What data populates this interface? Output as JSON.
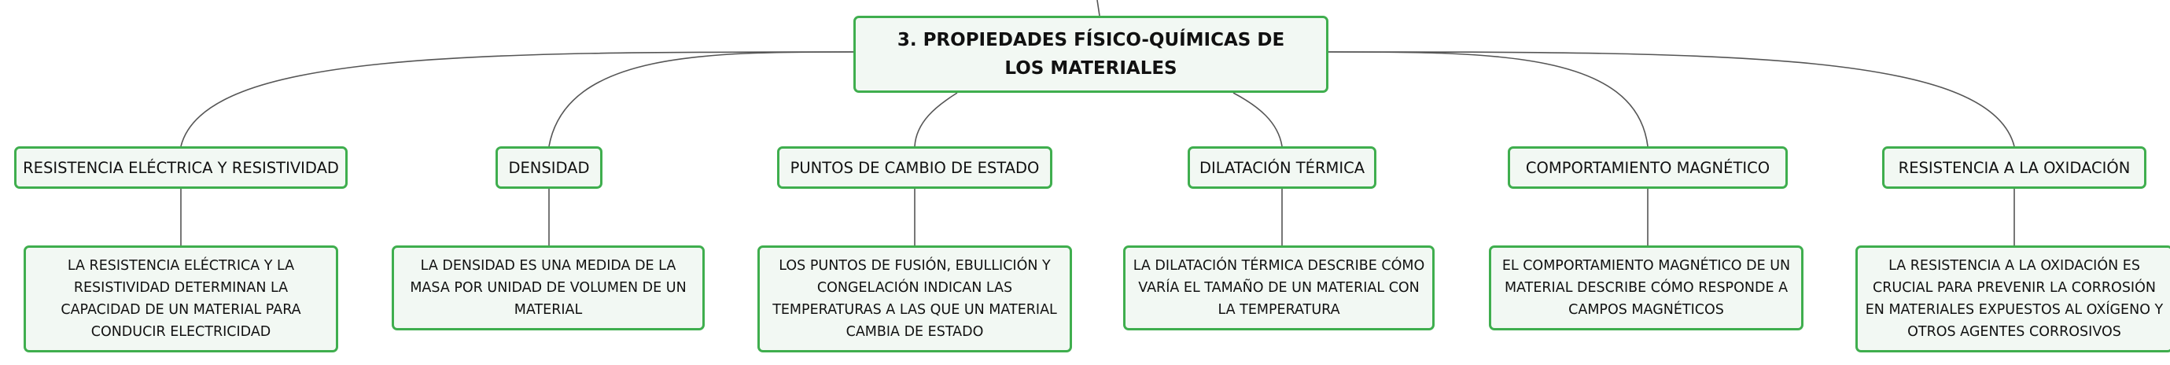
{
  "colors": {
    "node_border": "#3fae4e",
    "node_fill": "#f2f8f3",
    "connector": "#555555",
    "text": "#111111"
  },
  "root": {
    "title": "3. PROPIEDADES FÍSICO-QUÍMICAS DE LOS MATERIALES"
  },
  "branches": [
    {
      "label": "RESISTENCIA ELÉCTRICA Y RESISTIVIDAD",
      "detail": "LA RESISTENCIA ELÉCTRICA Y LA RESISTIVIDAD DETERMINAN LA CAPACIDAD DE UN MATERIAL PARA CONDUCIR ELECTRICIDAD"
    },
    {
      "label": "DENSIDAD",
      "detail": "LA DENSIDAD ES UNA MEDIDA DE LA MASA POR UNIDAD DE VOLUMEN DE UN MATERIAL"
    },
    {
      "label": "PUNTOS DE CAMBIO DE ESTADO",
      "detail": "LOS PUNTOS DE FUSIÓN, EBULLICIÓN Y CONGELACIÓN INDICAN LAS TEMPERATURAS A LAS QUE UN MATERIAL CAMBIA DE ESTADO"
    },
    {
      "label": "DILATACIÓN TÉRMICA",
      "detail": "LA DILATACIÓN TÉRMICA DESCRIBE CÓMO VARÍA EL TAMAÑO DE UN MATERIAL CON LA TEMPERATURA"
    },
    {
      "label": "COMPORTAMIENTO MAGNÉTICO",
      "detail": "EL COMPORTAMIENTO MAGNÉTICO DE UN MATERIAL DESCRIBE CÓMO RESPONDE A CAMPOS MAGNÉTICOS"
    },
    {
      "label": "RESISTENCIA A LA OXIDACIÓN",
      "detail": "LA RESISTENCIA A LA OXIDACIÓN ES CRUCIAL PARA PREVENIR LA CORROSIÓN EN MATERIALES EXPUESTOS AL OXÍGENO Y OTROS AGENTES CORROSIVOS"
    }
  ]
}
